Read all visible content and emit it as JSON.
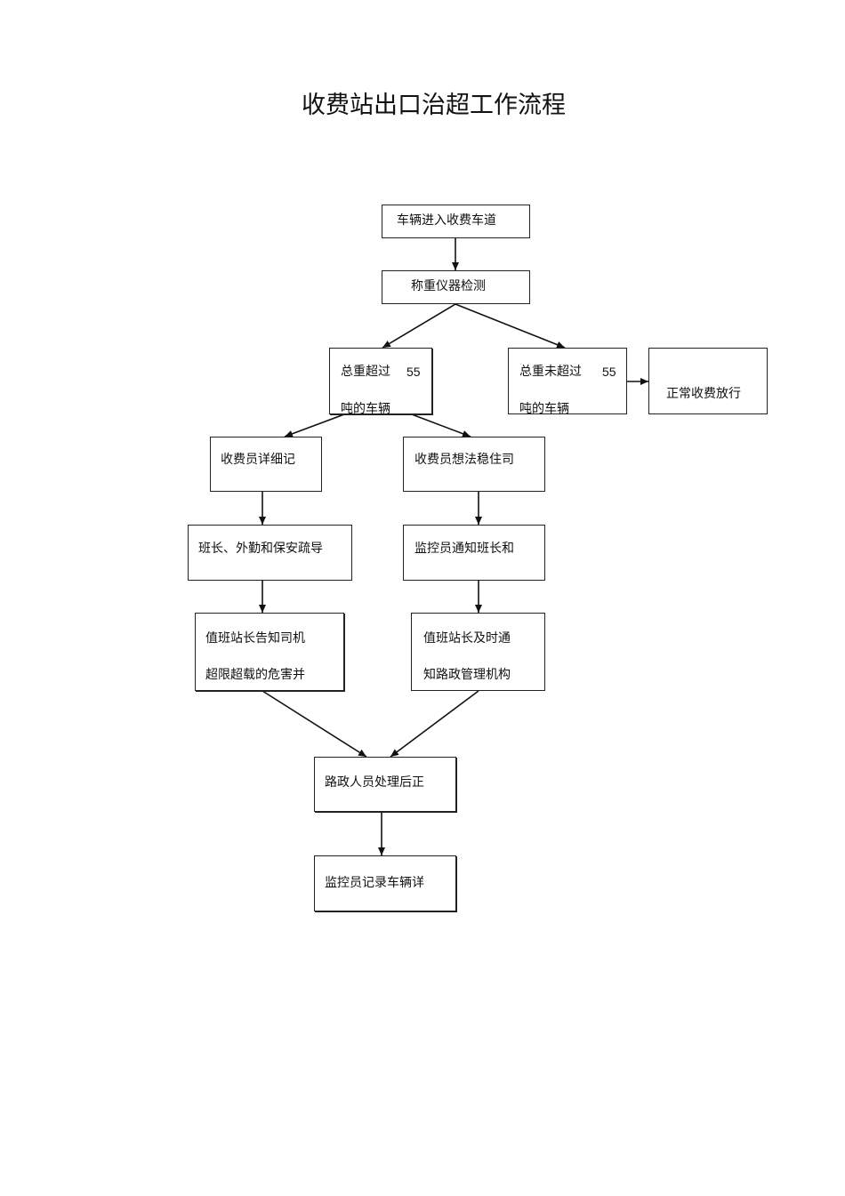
{
  "title": "收费站出口治超工作流程",
  "nodes": {
    "enter_lane": "车辆进入收费车道",
    "weigh_check": "称重仪器检测",
    "over_55": {
      "line1": "总重超过",
      "value": "55",
      "line2": "吨的车辆"
    },
    "under_55": {
      "line1": "总重未超过",
      "value": "55",
      "line2": "吨的车辆"
    },
    "normal_pass": "正常收费放行",
    "collector_record": "收费员详细记",
    "collector_calm": "收费员想法稳住司",
    "squad_guide": "班长、外勤和保安疏导",
    "monitor_notify": "监控员通知班长和",
    "station_chief_inform": {
      "line1": "值班站长告知司机",
      "line2": "超限超载的危害并"
    },
    "station_chief_notify": {
      "line1": "值班站长及时通",
      "line2": "知路政管理机构"
    },
    "road_admin_handle": "路政人员处理后正",
    "monitor_log": "监控员记录车辆详"
  }
}
